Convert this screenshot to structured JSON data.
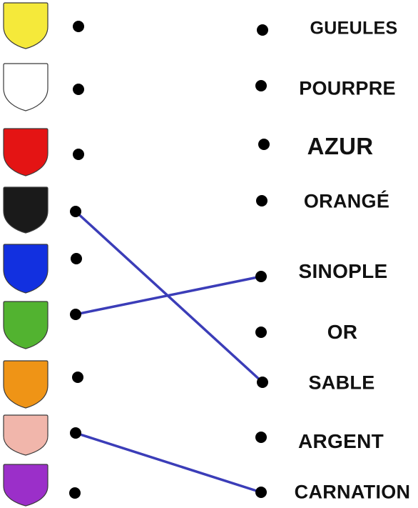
{
  "shields": [
    {
      "name": "yellow",
      "color": "#F5E93A"
    },
    {
      "name": "white",
      "color": "#FFFFFF"
    },
    {
      "name": "red",
      "color": "#E41414"
    },
    {
      "name": "black",
      "color": "#1A1A1A"
    },
    {
      "name": "blue",
      "color": "#1230E0"
    },
    {
      "name": "green",
      "color": "#52B330"
    },
    {
      "name": "orange",
      "color": "#EF9416"
    },
    {
      "name": "pink",
      "color": "#F1B6AB"
    },
    {
      "name": "purple",
      "color": "#9B2FC9"
    }
  ],
  "terms": [
    "GUEULES",
    "POURPRE",
    "AZUR",
    "ORANGÉ",
    "SINOPLE",
    "OR",
    "SABLE",
    "ARGENT",
    "CARNATION"
  ],
  "connections": [
    {
      "shield": "black",
      "term": "SABLE"
    },
    {
      "shield": "green",
      "term": "SINOPLE"
    },
    {
      "shield": "pink",
      "term": "CARNATION"
    }
  ],
  "line_color": "#3B3DB8"
}
